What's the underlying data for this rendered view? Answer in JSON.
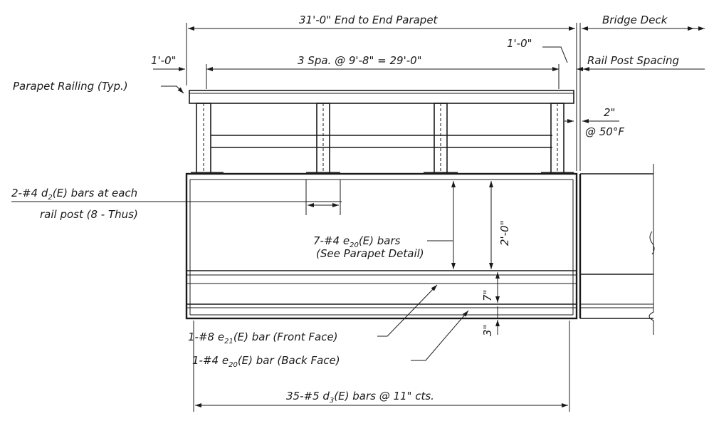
{
  "labels": {
    "overall_length": "31'-0\" End to End Parapet",
    "bridge_deck": "Bridge Deck",
    "end_offset_left": "1'-0\"",
    "end_offset_right": "1'-0\"",
    "post_spacing": "3 Spa. @ 9'-8\" = 29'-0\"",
    "rail_post_spacing": "Rail Post Spacing",
    "parapet_railing": "Parapet Railing (Typ.)",
    "expansion_gap_value": "2\"",
    "expansion_gap_temp": "@ 50°F",
    "d2_bars": {
      "line1_pre": "2-#4 d",
      "line1_sub": "2",
      "line1_post": "(E) bars at each",
      "line2": "rail post (8 - Thus)"
    },
    "e20_bars": {
      "line1_pre": "7-#4 e",
      "line1_sub": "20",
      "line1_post": "(E) bars",
      "line2": "(See Parapet Detail)"
    },
    "parapet_height": "2'-0\"",
    "slab_depth": "7\"",
    "cover": "3\"",
    "e21_bar": {
      "pre": "1-#8 e",
      "sub": "21",
      "post": "(E) bar (Front Face)"
    },
    "e20_back": {
      "pre": "1-#4 e",
      "sub": "20",
      "post": "(E) bar (Back Face)"
    },
    "d3_bars": {
      "pre": "35-#5 d",
      "sub": "3",
      "post": "(E) bars @ 11\" cts."
    }
  }
}
